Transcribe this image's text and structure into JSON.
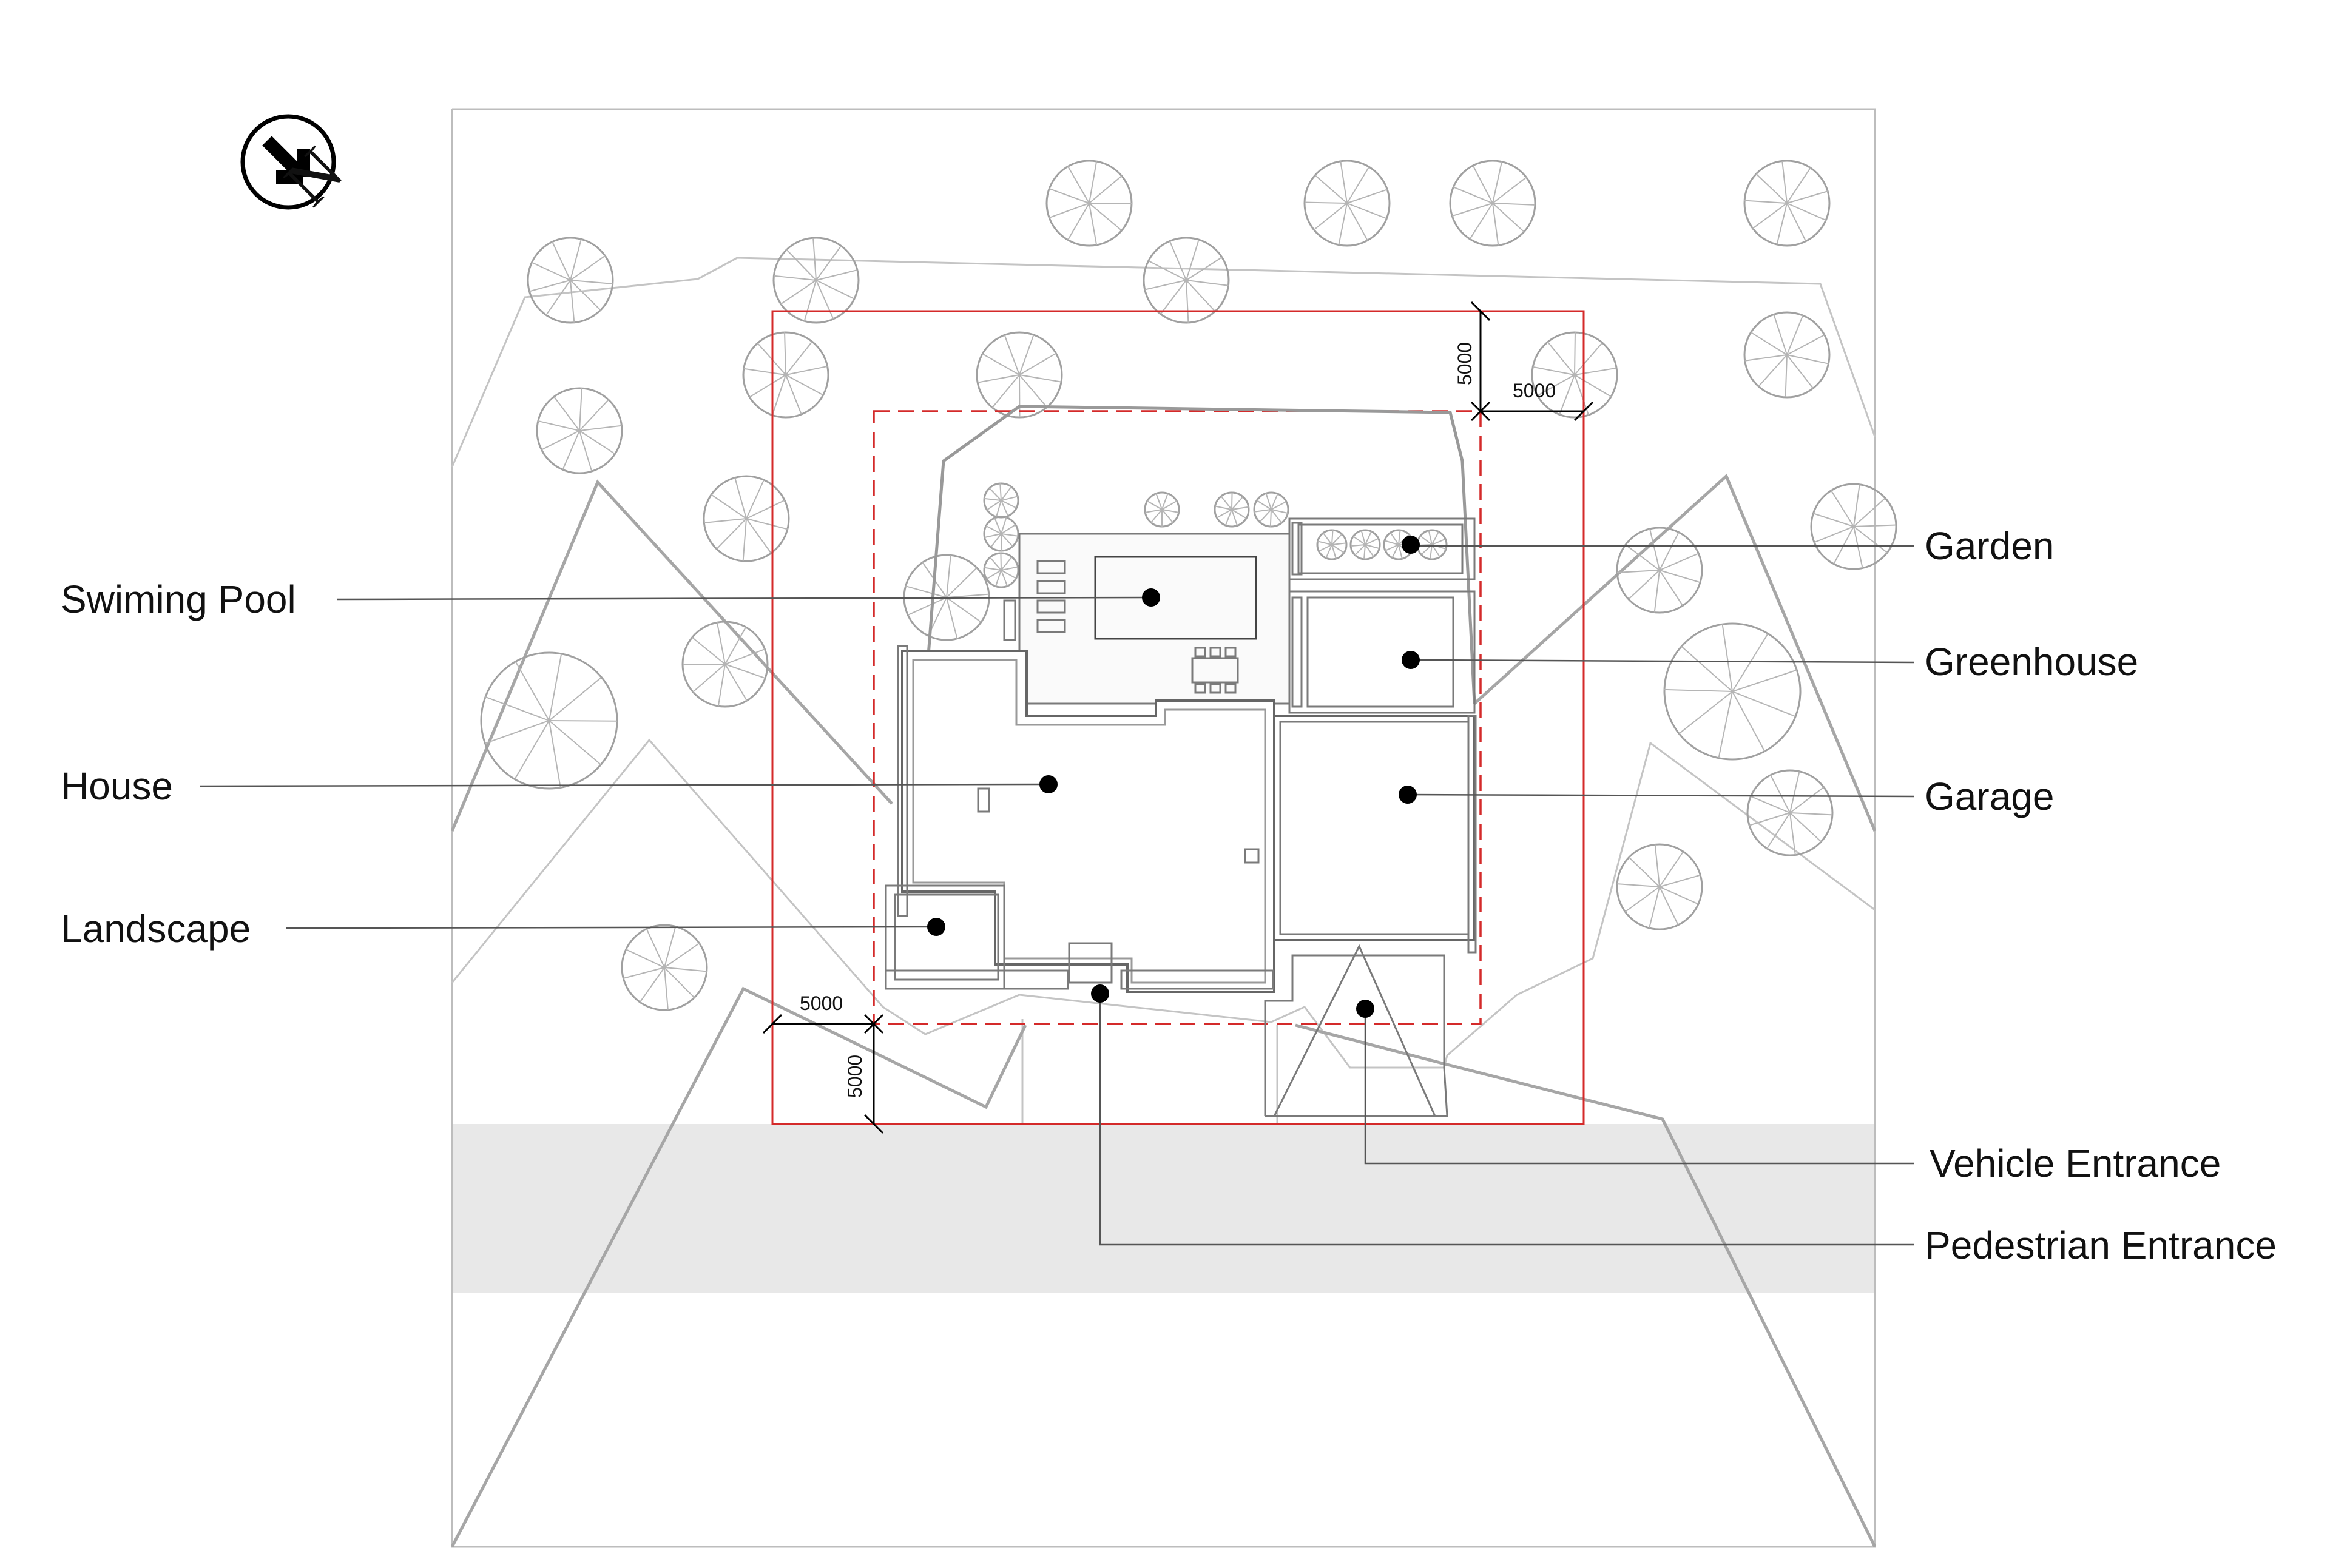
{
  "labels": {
    "swimming_pool": "Swiming Pool",
    "house": "House",
    "landscape": "Landscape",
    "garden": "Garden",
    "greenhouse": "Greenhouse",
    "garage": "Garage",
    "vehicle_entrance": "Vehicle Entrance",
    "pedestrian_entrance": "Pedestrian Entrance"
  },
  "dimensions": {
    "top_vertical": "5000",
    "top_horizontal": "5000",
    "bottom_horizontal": "5000",
    "bottom_vertical": "5000"
  },
  "north_arrow": {
    "letter": "N",
    "icon": "north-arrow-icon"
  },
  "colors": {
    "setback_line": "#d42a2a",
    "road": "#e8e8e8",
    "lines": "#999999",
    "leader": "#444444",
    "marker": "#000000"
  }
}
